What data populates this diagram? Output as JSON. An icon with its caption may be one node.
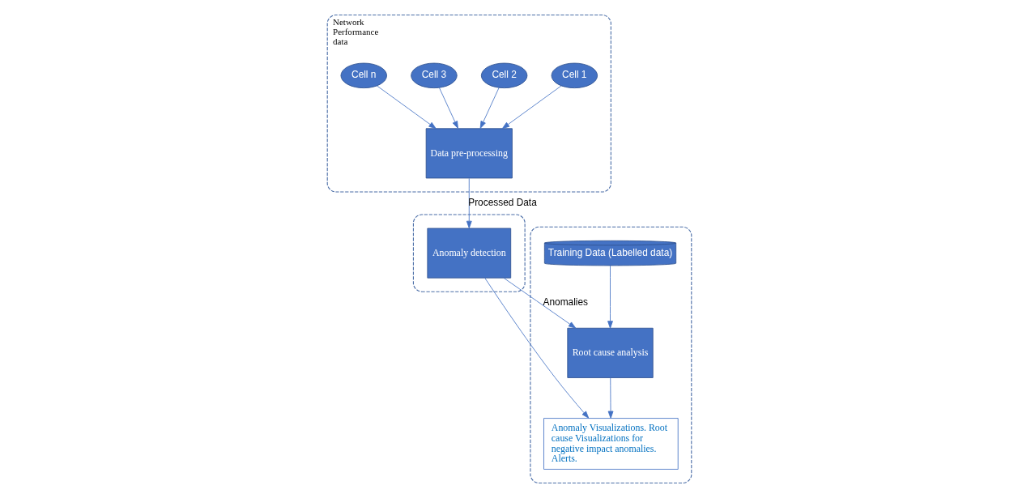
{
  "diagram": {
    "nodes": [
      {
        "text": [
          "Network Performance data"
        ]
      },
      {
        "text": [
          "Cell 1"
        ],
        "in": 0
      },
      {
        "text": [
          "Cell 2"
        ],
        "in": 0
      },
      {
        "text": [
          "Cell 3"
        ],
        "in": 0
      },
      {
        "text": [
          "Cell n"
        ],
        "in": 0
      },
      {
        "text": [
          "Data pre-processing"
        ],
        "in": 0
      },
      {
        "text": [],
        "shape": "box"
      },
      {
        "text": [
          "Anomaly detection"
        ],
        "in": 6
      },
      {
        "text": [],
        "shape": "box"
      },
      {
        "text": [
          "Training Data (Labelled data)"
        ],
        "in": 8
      },
      {
        "text": [
          "Root cause analysis"
        ],
        "in": 8
      },
      {
        "text": [
          "Anomaly Visualizations. Root cause Visualizations for negative impact anomalies. Alerts."
        ],
        "in": 8
      }
    ],
    "edges": [
      {
        "from": 1,
        "to": 5,
        "arrow": "to"
      },
      {
        "from": 2,
        "to": 5,
        "arrow": "to"
      },
      {
        "from": 3,
        "to": 5,
        "arrow": "to"
      },
      {
        "from": 4,
        "to": 5,
        "arrow": "to"
      },
      {
        "from": 5,
        "to": 7,
        "arrow": "to",
        "label": "Processed Data"
      },
      {
        "from": 9,
        "to": 10,
        "arrow": "to"
      },
      {
        "from": 7,
        "to": 10,
        "arrow": "to",
        "label": "Anomalies"
      },
      {
        "from": 10,
        "to": 11,
        "arrow": "to"
      },
      {
        "from": 7,
        "to": 11,
        "arrow": "to"
      }
    ]
  }
}
